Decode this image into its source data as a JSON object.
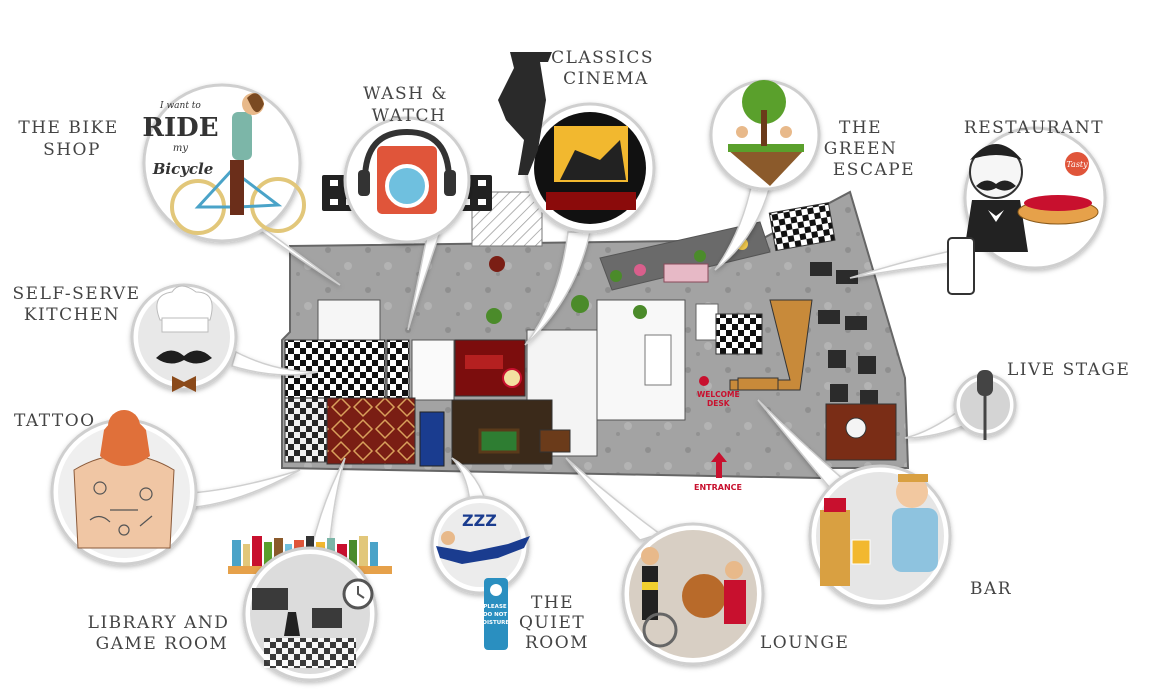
{
  "areas": {
    "bike_shop": [
      "THE BIKE",
      "SHOP"
    ],
    "wash_watch": [
      "WASH &",
      "WATCH"
    ],
    "classics_cinema": [
      "CLASSICS",
      "CINEMA"
    ],
    "green_escape": [
      "THE",
      "GREEN",
      "ESCAPE"
    ],
    "restaurant": [
      "RESTAURANT"
    ],
    "self_serve_kitchen": [
      "SELF-SERVE",
      "KITCHEN"
    ],
    "live_stage": [
      "LIVE STAGE"
    ],
    "tattoo": [
      "TATTOO"
    ],
    "library_game_room": [
      "LIBRARY AND",
      "GAME ROOM"
    ],
    "quiet_room": [
      "THE",
      "QUIET",
      "ROOM"
    ],
    "lounge": [
      "LOUNGE"
    ],
    "bar": [
      "BAR"
    ]
  },
  "floorplan": {
    "welcome_desk": [
      "WELCOME",
      "DESK"
    ],
    "entrance": "ENTRANCE"
  },
  "art_text": {
    "bicycle_sign": [
      "I want to",
      "RIDE",
      "my",
      "Bicycle"
    ],
    "tasty_badge": "Tasty",
    "door_hanger": [
      "PLEASE",
      "DO NOT",
      "DISTURB"
    ],
    "sleep_icon": "ZZZ"
  },
  "colors": {
    "label": "#444444",
    "circle_border": "#cfcfcf",
    "floor": "#9a9a9a",
    "accent_red": "#c8102e",
    "plant_green": "#4b8b2a"
  }
}
